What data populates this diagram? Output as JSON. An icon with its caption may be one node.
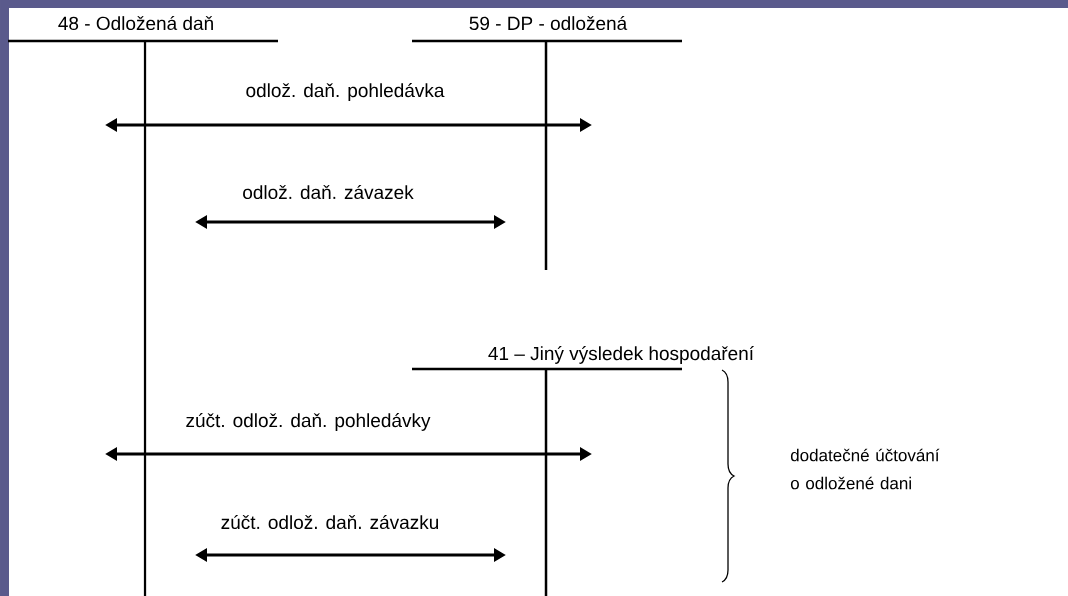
{
  "diagram": {
    "nodes": [
      {
        "text": [
          "48 - Odložená daň"
        ]
      },
      {
        "text": [
          "59 - DP - odložená"
        ]
      },
      {
        "text": [
          "41 – Jiný výsledek hospodaření"
        ]
      }
    ],
    "edges": [
      {
        "from": 0,
        "to": 1,
        "arrow": "both",
        "label": "odlož. daň. pohledávka"
      },
      {
        "from": 0,
        "to": 1,
        "arrow": "both",
        "label": "odlož. daň. závazek"
      },
      {
        "from": 0,
        "to": 2,
        "arrow": "both",
        "label": "zúčt. odlož. daň. pohledávky"
      },
      {
        "from": 0,
        "to": 2,
        "arrow": "both",
        "label": "zúčt. odlož. daň. závazku"
      }
    ],
    "labels": [
      "dodatečné účtování o odložené dani"
    ]
  }
}
